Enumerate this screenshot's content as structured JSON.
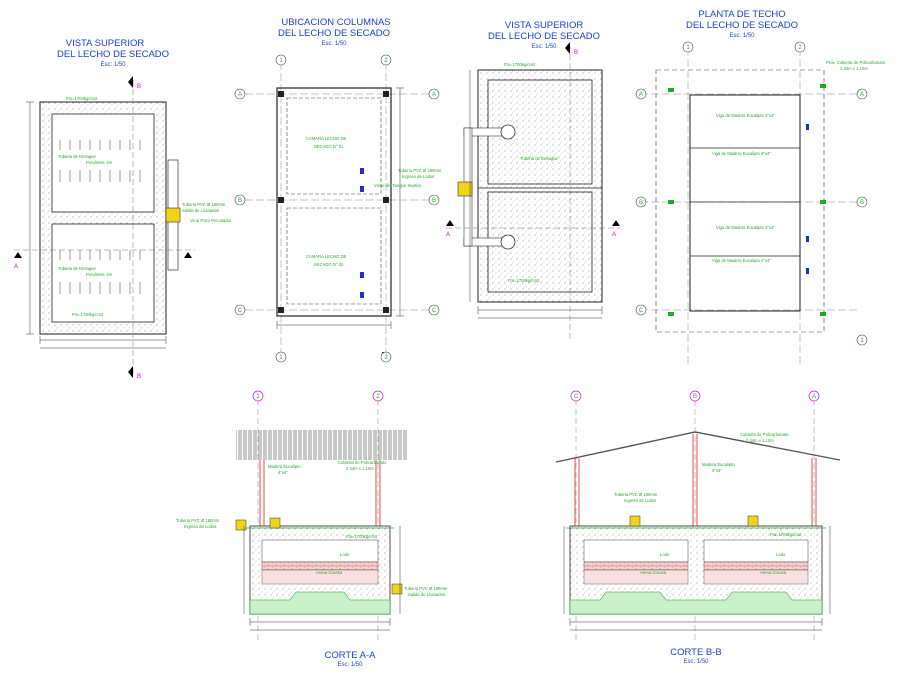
{
  "views": {
    "top_view_1": {
      "title_line1": "VISTA SUPERIOR",
      "title_line2": "DEL LECHO DE SECADO",
      "scale": "Esc: 1/50",
      "labels": {
        "floor_level": "Fto=1700kg/cm2",
        "pipe_drain": "Tuberia de Desague",
        "pipe_drain2": "Tuberia de Desague",
        "slope1": "Pendiente 1%",
        "slope2": "Pendiente 1%",
        "pvc_out": "Tuberia PVC Ø 160mm",
        "pvc_out2": "Salida de Lixiviados",
        "to_well": "Va al Pozo Percolador",
        "floor_level2": "Fto=1700kg/cm2"
      }
    },
    "columns": {
      "title_line1": "UBICACION COLUMNAS",
      "title_line2": "DEL LECHO DE SECADO",
      "scale": "Esc: 1/50",
      "chamber1": "CAMARA LECHO DE",
      "chamber1b": "SECADO N° 01",
      "chamber2": "CAMARA LECHO DE",
      "chamber2b": "SECADO N° 02",
      "pvc_in": "Tuberia PVC Ø 160mm",
      "pvc_in2": "Ingreso de Lodos",
      "from_tank": "Viene del Tanque Septico"
    },
    "top_view_2": {
      "title_line1": "VISTA SUPERIOR",
      "title_line2": "DEL LECHO DE SECADO",
      "scale": "Esc: 1/50",
      "floor_level": "Fto=1700kg/cm2",
      "drain": "Tuberia de Desague",
      "floor_level2": "Fto=1700kg/cm2"
    },
    "roof_plan": {
      "title_line1": "PLANTA DE TECHO",
      "title_line2": "DEL LECHO DE SECADO",
      "scale": "Esc: 1/50",
      "cover": "Prov. Cubierta de Policarbonato",
      "cover2": "2.44m x 1.10m",
      "beam1": "Viga de Madera Eucalipto 4\"x4\"",
      "beam2": "Viga de Madera Eucalipto 4\"x4\"",
      "beam3": "Viga de Madera Eucalipto 4\"x4\"",
      "beam4": "Viga de Madera Eucalipto 4\"x4\""
    },
    "section_aa": {
      "title": "CORTE A-A",
      "scale": "Esc: 1/50",
      "cover": "Cubierta de Policarbonato",
      "cover2": "2.44m x 1.10m",
      "wood": "Madera Eucalipto",
      "wood2": "4\"x4\"",
      "pvc_in": "Tuberia PVC Ø 160mm",
      "pvc_in2": "Ingreso de Lodos",
      "floor": "Fto=1700kg/cm2",
      "sand": "Arena Gruesa",
      "pvc_out": "Tuberia PVC Ø 160mm",
      "pvc_out2": "Salida de Lixiviados",
      "sludge": "Lodo"
    },
    "section_bb": {
      "title": "CORTE B-B",
      "scale": "Esc: 1/50",
      "cover": "Cubierta de Policarbonato",
      "cover2": "2.44m x 1.10m",
      "wood": "Madera Eucalipto",
      "wood2": "4\"x4\"",
      "pvc_in": "Tuberia PVC Ø 160mm",
      "pvc_in2": "Ingreso de Lodos",
      "floor": "Fto=1700kg/cm2",
      "sand": "Arena Gruesa",
      "sand2": "Arena Gruesa",
      "sludge": "Lodo",
      "sludge2": "Lodo"
    }
  },
  "grid": {
    "A": "A",
    "B": "B",
    "C": "C",
    "one": "1",
    "two": "2"
  },
  "markers": {
    "a": "A",
    "b": "B"
  },
  "colors": {
    "title": "#1a3fd6",
    "green": "#22aa22",
    "magenta": "#e000e0",
    "red": "#e02020",
    "yellow": "#f2d21a",
    "blue": "#1a2fd6"
  }
}
